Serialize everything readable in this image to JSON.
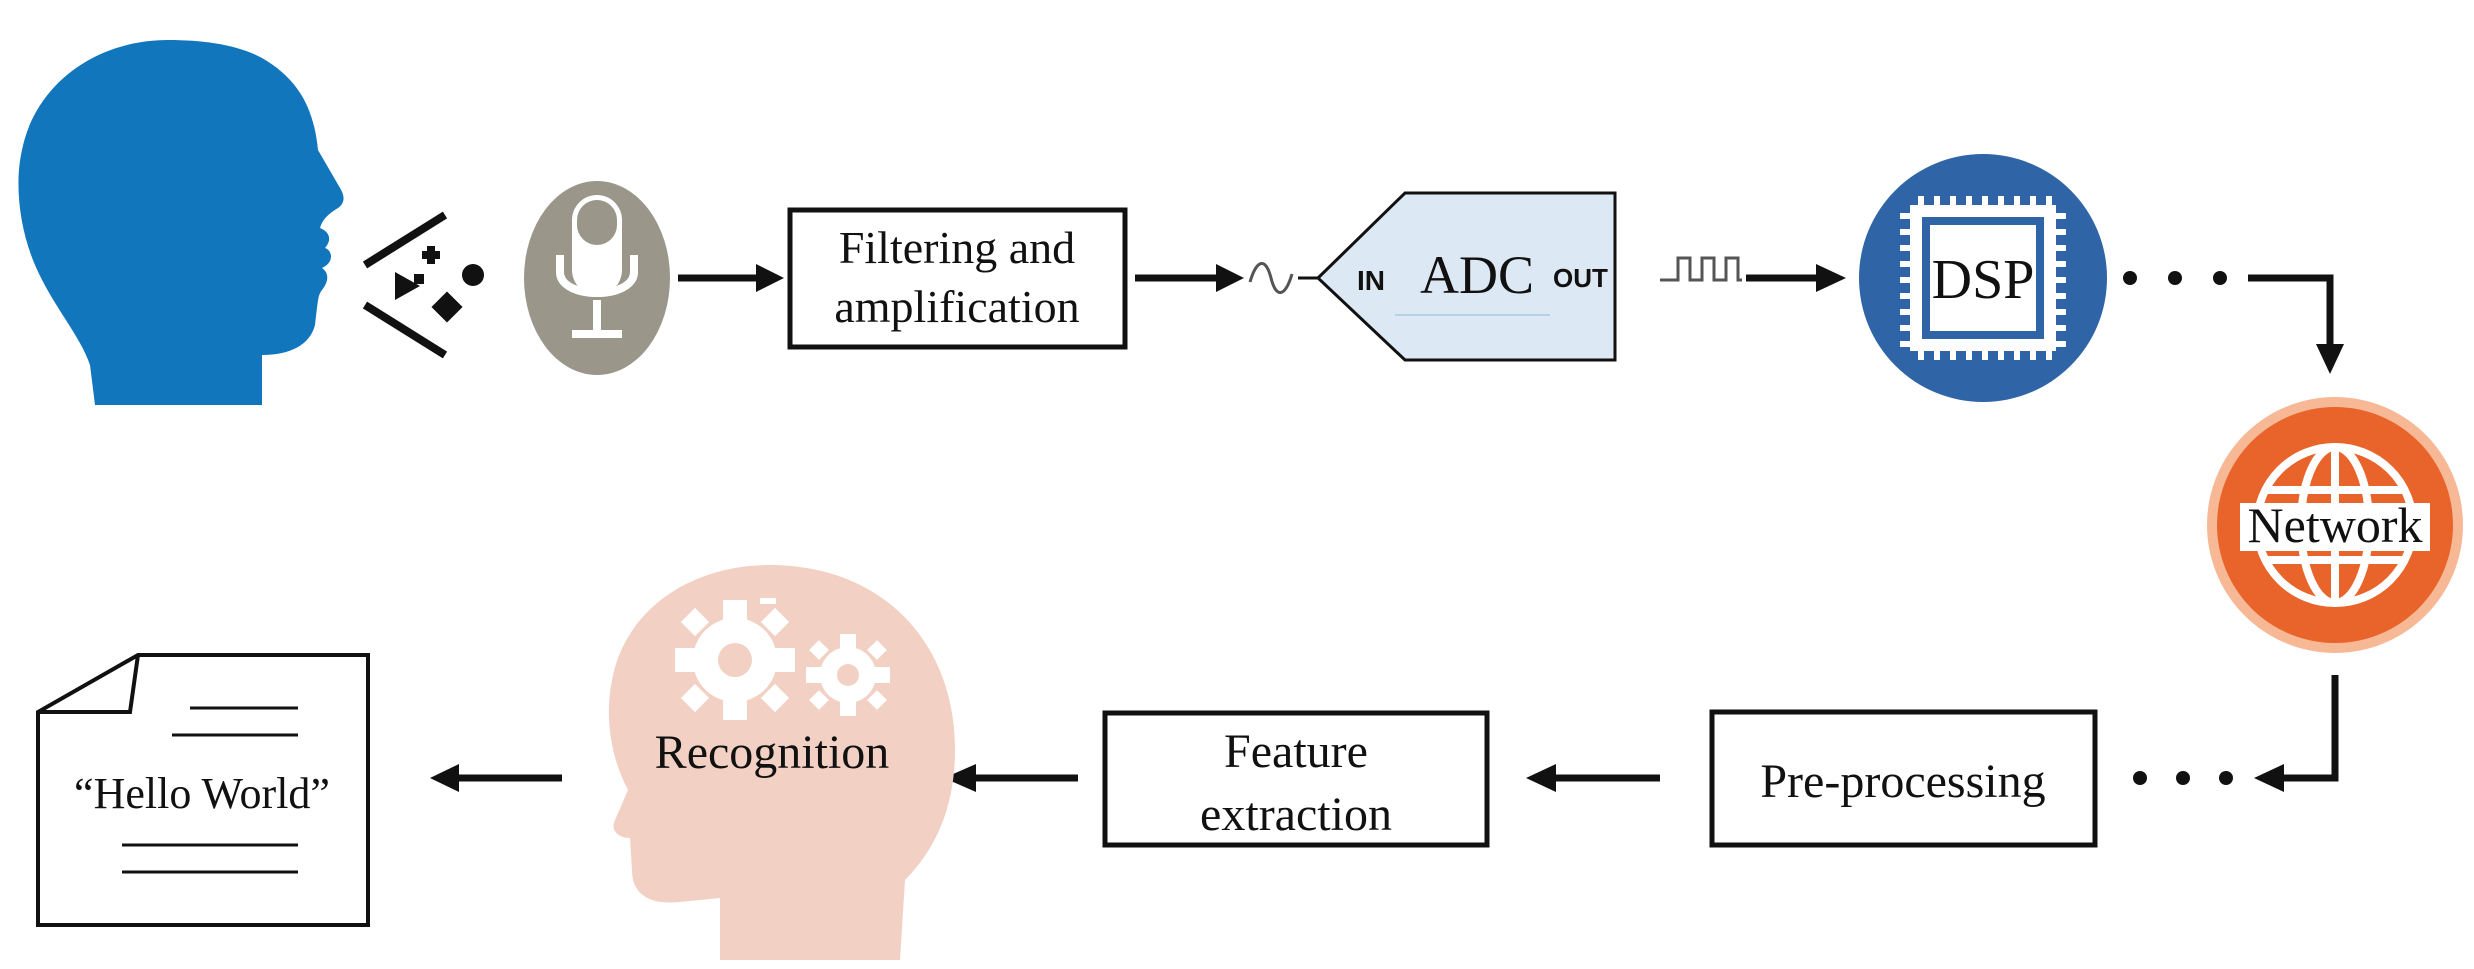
{
  "colors": {
    "speaker_head": "#1276bd",
    "microphone_bg": "#9a968a",
    "adc_fill": "#dce8f3",
    "dsp_circle": "#2f64a6",
    "network_circle": "#e8642a",
    "network_ring": "#f7b896",
    "brain_head": "#f2d1c4",
    "arrow": "#111111"
  },
  "icons": {
    "speaker": "human-head-profile-icon",
    "sound": "sound-symbols-icon",
    "microphone": "microphone-icon",
    "analog_wave": "sine-wave-icon",
    "digital_wave": "square-wave-icon",
    "dsp": "chip-icon",
    "network": "globe-icon",
    "brain": "head-with-gears-icon",
    "document": "document-icon"
  },
  "blocks": {
    "filtering": {
      "line1": "Filtering and",
      "line2": "amplification"
    },
    "adc": {
      "label": "ADC",
      "in": "IN",
      "out": "OUT"
    },
    "dsp": {
      "label": "DSP"
    },
    "network": {
      "label": "Network"
    },
    "preprocessing": {
      "label": "Pre-processing"
    },
    "feature": {
      "line1": "Feature",
      "line2": "extraction"
    },
    "recognition": {
      "label": "Recognition"
    },
    "output_doc": {
      "text": "“Hello World”"
    }
  }
}
